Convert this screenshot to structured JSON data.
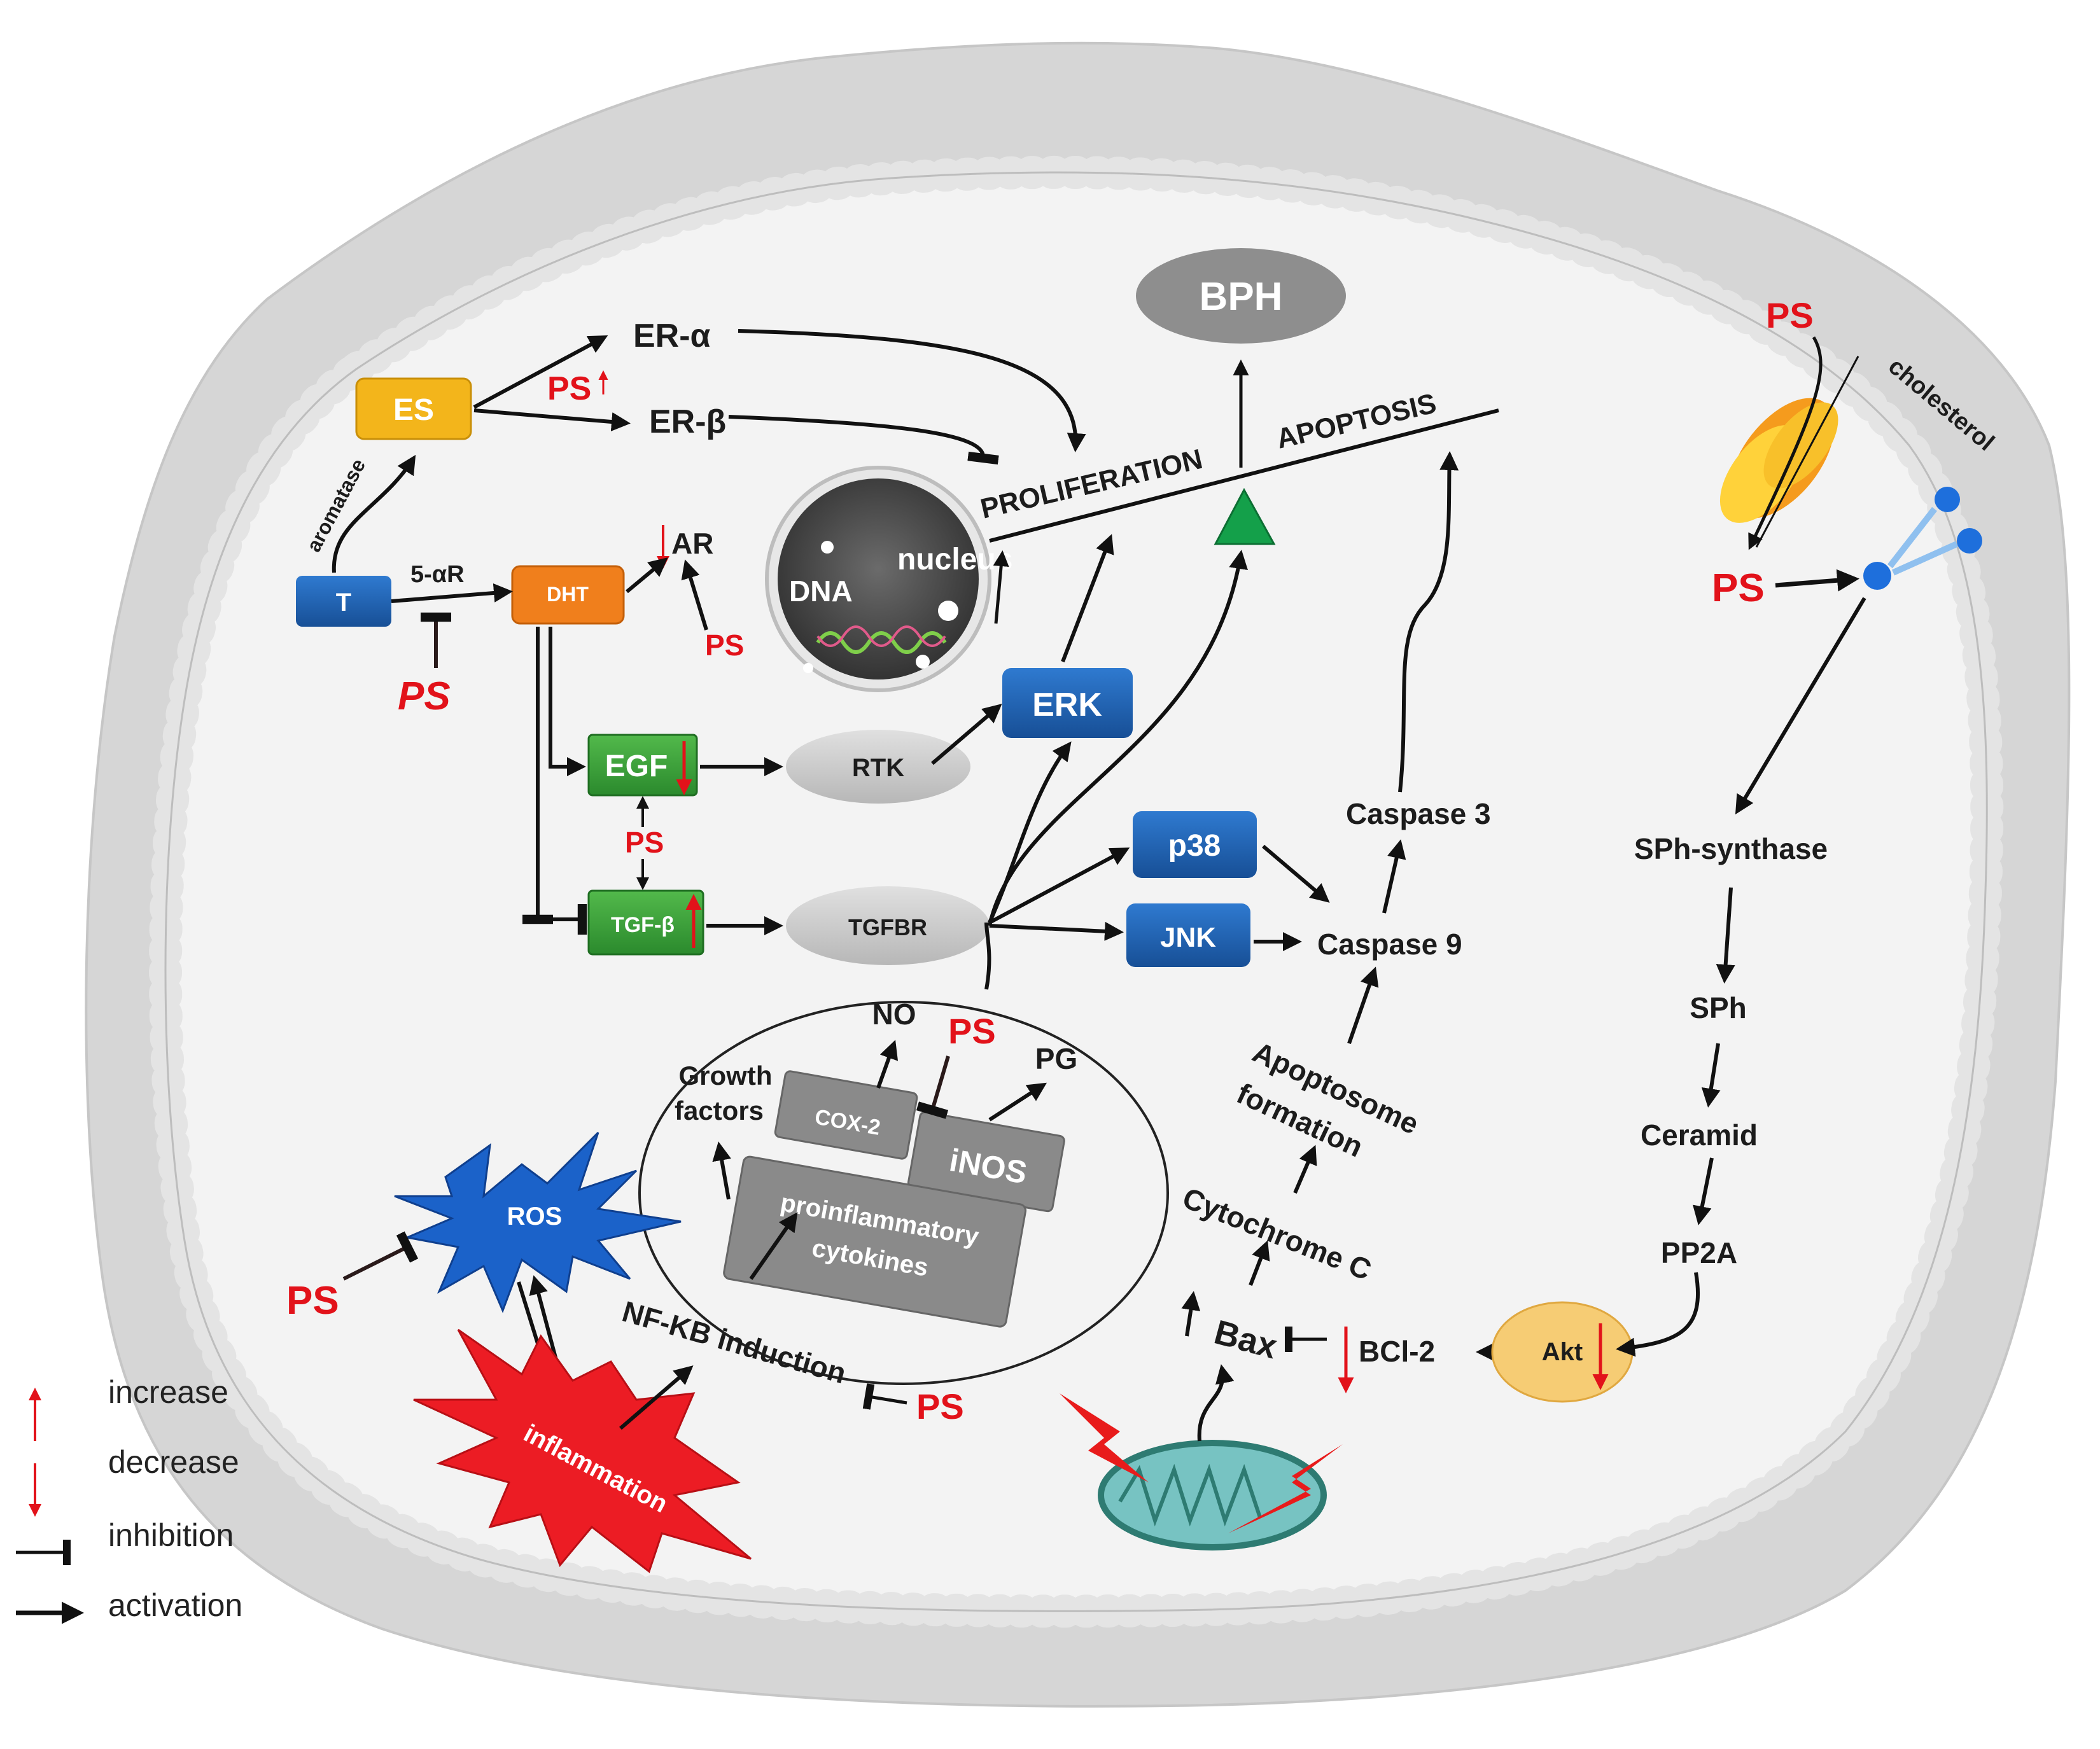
{
  "nodes": {
    "bph": "BPH",
    "es": "ES",
    "t": "T",
    "dht": "DHT",
    "er_alpha": "ER-α",
    "er_beta": "ER-β",
    "ar": "AR",
    "aromatase": "aromatase",
    "five_ar": "5-αR",
    "nucleus": "nucleus",
    "dna": "DNA",
    "proliferation": "PROLIFERATION",
    "apoptosis": "APOPTOSIS",
    "egf": "EGF",
    "tgf_beta": "TGF-β",
    "rtk": "RTK",
    "tgfbr": "TGFBR",
    "erk": "ERK",
    "p38": "p38",
    "jnk": "JNK",
    "caspase3": "Caspase 3",
    "caspase9": "Caspase 9",
    "apoptosome_1": "Apoptosome",
    "apoptosome_2": "formation",
    "cytochrome": "Cytochrome C",
    "bax": "Bax",
    "bcl2": "BCl-2",
    "akt": "Akt",
    "pp2a": "PP2A",
    "ceramid": "Ceramid",
    "sph": "SPh",
    "sph_synthase": "SPh-synthase",
    "cholesterol": "cholesterol",
    "no": "NO",
    "pg": "PG",
    "growth_1": "Growth",
    "growth_2": "factors",
    "cox2": "COX-2",
    "inos": "iNOS",
    "cyto_1": "proinflammatory",
    "cyto_2": "cytokines",
    "ros": "ROS",
    "inflammation": "inflammation",
    "nfkb": "NF-KB induction"
  },
  "ps_label": "PS",
  "legend": {
    "increase": "increase",
    "decrease": "decrease",
    "inhibition": "inhibition",
    "activation": "activation"
  },
  "colors": {
    "cell_fill": "#d9d9d9",
    "interior": "#f4f4f4",
    "ps_red": "#e2121a",
    "blue_box": "#1f63b5",
    "green_box": "#3ea63c",
    "es_yellow": "#f3b51b",
    "dht_orange": "#f07f1c",
    "akt_fill": "#f6cc74",
    "gray_ellipse": "#cfcfcf"
  }
}
